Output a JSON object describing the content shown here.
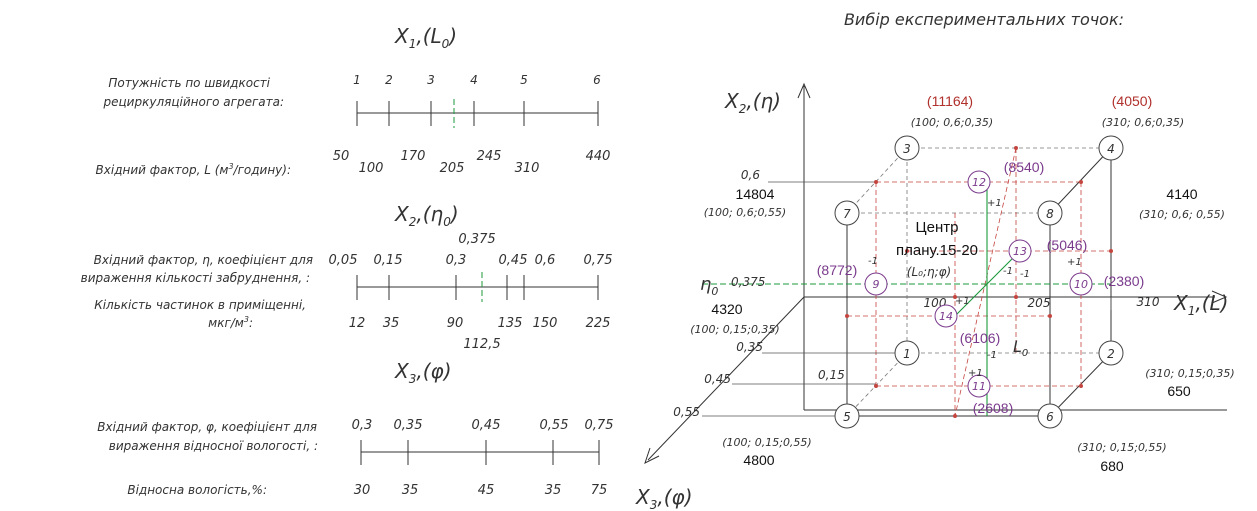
{
  "left": {
    "x1": {
      "title": "X",
      "title_sub": "1",
      "title_paren": ",(L",
      "title_paren_sub": "0",
      "title_close": ")",
      "label_line1": "Потужність по швидкості",
      "label_line2": "рециркуляційного агрегата:",
      "levels": [
        "1",
        "2",
        "3",
        "4",
        "5",
        "6"
      ],
      "factor_label_pre": "Вхідний фактор, L (м",
      "factor_label_sup": "3",
      "factor_label_post": "/годину):",
      "values_top": [
        "50",
        "170",
        "245",
        "440"
      ],
      "values_bottom": [
        "100",
        "205",
        "310"
      ]
    },
    "x2": {
      "title": "X",
      "title_sub": "2",
      "title_paren": ",(η",
      "title_paren_sub": "0",
      "title_close": ")",
      "label_line1": "Вхідний фактор, η, коефіцієнт для",
      "label_line2": "вираження кількості забруднення,  :",
      "label_line3": "Кількість частинок в приміщенні,",
      "label_line4_pre": "мкг/м",
      "label_line4_sup": "3",
      "label_line4_post": ":",
      "mid_value": "0,375",
      "coef_values": [
        "0,05",
        "0,15",
        "0,3",
        "0,45",
        "0,6",
        "0,75"
      ],
      "count_values": [
        "12",
        "35",
        "90",
        "135",
        "150",
        "225"
      ],
      "count_mid": "112,5"
    },
    "x3": {
      "title": "X",
      "title_sub": "3",
      "title_paren": ",(φ)",
      "label_line1": "Вхідний фактор, φ, коефіцієнт для",
      "label_line2": "вираження відносної вологості,  :",
      "coef_values": [
        "0,3",
        "0,35",
        "0,45",
        "0,55",
        "0,75"
      ],
      "humidity_label": "Відносна вологість,%:",
      "humidity_values": [
        "30",
        "35",
        "45",
        "35",
        "75"
      ]
    }
  },
  "right": {
    "title": "Вибір експериментальних точок:",
    "axis_x1": "X",
    "axis_x1_sub": "1",
    "axis_x1_paren": ",(L)",
    "axis_x2": "X",
    "axis_x2_sub": "2",
    "axis_x2_paren": ",(η)",
    "axis_x3": "X",
    "axis_x3_sub": "3",
    "axis_x3_paren": ",(φ)",
    "eta0": "η",
    "eta0_sub": "0",
    "eta_ticks": [
      "0,6",
      "0,375",
      "0,35",
      "0,45",
      "0,55"
    ],
    "phi_tick_inner": "0,15",
    "l_ticks": [
      "100",
      "205",
      "310"
    ],
    "l0": "L",
    "l0_sub": "0",
    "center_line1": "Центр",
    "center_line2": "плану.15-20",
    "center_line3": "(L₀;η;φ)",
    "points": [
      {
        "num": "1"
      },
      {
        "num": "2"
      },
      {
        "num": "3"
      },
      {
        "num": "4"
      },
      {
        "num": "5"
      },
      {
        "num": "6"
      },
      {
        "num": "7"
      },
      {
        "num": "8"
      }
    ],
    "star_points": [
      "9",
      "10",
      "11",
      "12",
      "13",
      "14"
    ],
    "corner_labels": {
      "p3_value": "(11164)",
      "p3_coords": "(100; 0,6;0,35)",
      "p4_value": "(4050)",
      "p4_coords": "(310; 0,6;0,35)",
      "p7_value": "14804",
      "p7_coords": "(100; 0,6;0,55)",
      "p8_value": "4140",
      "p8_coords": "(310; 0,6; 0,55)",
      "p1_value": "4320",
      "p1_coords": "(100; 0,15;0,35)",
      "p2_coords": "(310; 0,15;0,35)",
      "p2_value": "650",
      "p5_coords": "(100; 0,15;0,55)",
      "p5_value": "4800",
      "p6_coords": "(310; 0,15;0,55)",
      "p6_value": "680"
    },
    "star_values": {
      "p12": "(8540)",
      "p13": "(5046)",
      "p9": "(8772)",
      "p10": "(2380)",
      "p14": "(6106)",
      "p11": "(2608)"
    },
    "signs": [
      "-1",
      "+1",
      "-1",
      "+1",
      "+1",
      "-1",
      "+1",
      "-1"
    ]
  },
  "colors": {
    "ink": "#333333",
    "red": "#b0302c",
    "purple": "#7a3a8c",
    "green": "#1c9a3c"
  }
}
